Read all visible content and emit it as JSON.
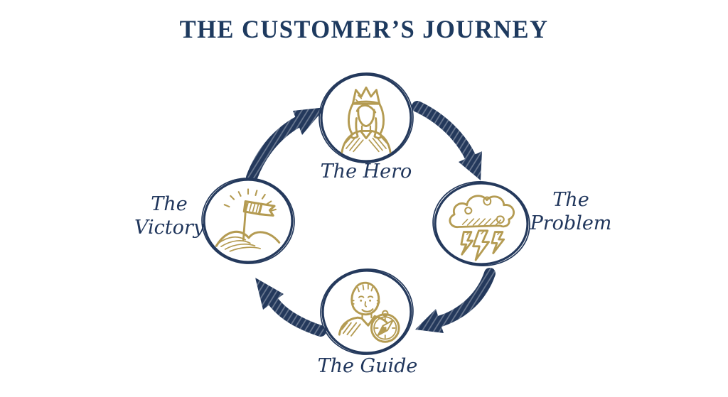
{
  "title": "THE CUSTOMER’S JOURNEY",
  "colors": {
    "navy": "#24395c",
    "gold": "#b49b52",
    "background": "#ffffff"
  },
  "nodes": [
    {
      "id": "hero",
      "label": "The Hero",
      "icon": "crown-queen-icon",
      "position": "top"
    },
    {
      "id": "problem",
      "label": "The Problem",
      "icon": "storm-cloud-lightning-icon",
      "position": "right"
    },
    {
      "id": "guide",
      "label": "The Guide",
      "icon": "man-with-compass-icon",
      "position": "bottom"
    },
    {
      "id": "victory",
      "label": "The Victory",
      "icon": "flag-on-hill-icon",
      "position": "left"
    }
  ],
  "arrows": [
    {
      "from": "victory",
      "to": "hero"
    },
    {
      "from": "hero",
      "to": "problem"
    },
    {
      "from": "problem",
      "to": "guide"
    },
    {
      "from": "guide",
      "to": "victory"
    }
  ]
}
